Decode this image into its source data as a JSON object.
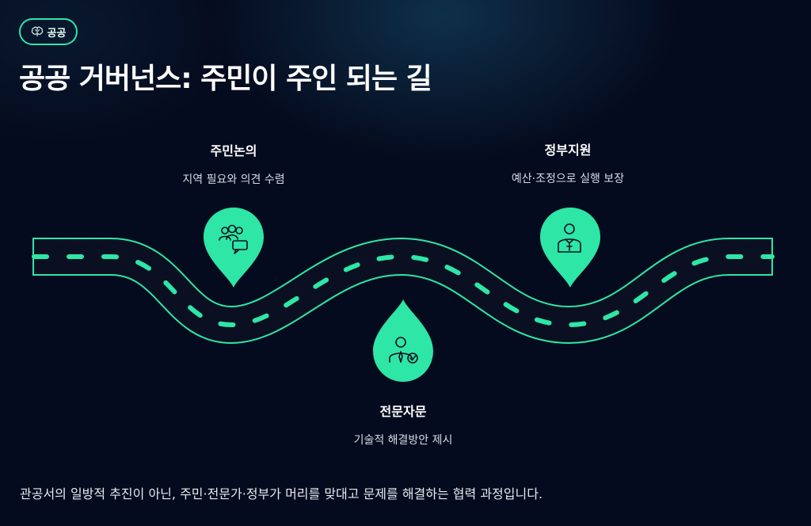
{
  "tag": {
    "label": "공공",
    "icon": "brain-icon"
  },
  "title": "공공 거버넌스: 주민이 주인 되는 길",
  "stages": [
    {
      "title": "주민논의",
      "description": "지역 필요와 의견 수렴",
      "icon": "community-discussion-icon"
    },
    {
      "title": "전문자문",
      "description": "기술적 해결방안 제시",
      "icon": "expert-check-icon"
    },
    {
      "title": "정부지원",
      "description": "예산·조정으로 실행 보장",
      "icon": "official-icon"
    }
  ],
  "footer": "관공서의 일방적 추진이 아닌, 주민·전문가·정부가 머리를 맞대고 문제를 해결하는 협력 과정입니다.",
  "colors": {
    "accent": "#2ee6a6",
    "background": "#050b1e",
    "road": "#0a1021"
  }
}
